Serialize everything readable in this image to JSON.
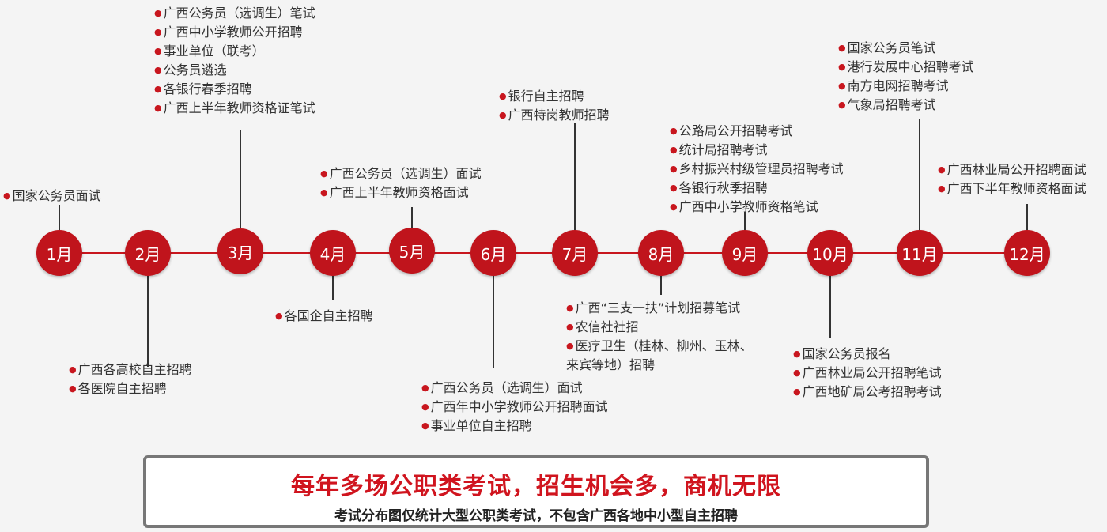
{
  "colors": {
    "accent": "#c8161e",
    "circle": "#c0141c",
    "text": "#333333",
    "background": "#f4f4f4"
  },
  "bullet_icon": "●",
  "months": [
    {
      "label": "1月",
      "items": [
        "国家公务员面试"
      ]
    },
    {
      "label": "2月",
      "items": [
        "广西各高校自主招聘",
        "各医院自主招聘"
      ]
    },
    {
      "label": "3月",
      "items": [
        "广西公务员（选调生）笔试",
        "广西中小学教师公开招聘",
        "事业单位（联考）",
        "公务员遴选",
        "各银行春季招聘",
        "广西上半年教师资格证笔试"
      ]
    },
    {
      "label": "4月",
      "items": [
        "各国企自主招聘"
      ]
    },
    {
      "label": "5月",
      "items": [
        "广西公务员（选调生）面试",
        "广西上半年教师资格面试"
      ]
    },
    {
      "label": "6月",
      "items": [
        "广西公务员（选调生）面试",
        "广西年中小学教师公开招聘面试",
        "事业单位自主招聘"
      ]
    },
    {
      "label": "7月",
      "items": [
        "银行自主招聘",
        "广西特岗教师招聘"
      ]
    },
    {
      "label": "8月",
      "items": [
        "广西“三支一扶”计划招募笔试",
        "农信社社招",
        "医疗卫生（桂林、柳州、玉林、",
        "来宾等地）招聘"
      ]
    },
    {
      "label": "9月",
      "items": [
        "公路局公开招聘考试",
        "统计局招聘考试",
        "乡村振兴村级管理员招聘考试",
        "各银行秋季招聘",
        "广西中小学教师资格笔试"
      ]
    },
    {
      "label": "10月",
      "items": [
        "国家公务员报名",
        "广西林业局公开招聘笔试",
        "广西地矿局公考招聘考试"
      ]
    },
    {
      "label": "11月",
      "items": [
        "国家公务员笔试",
        "港行发展中心招聘考试",
        "南方电网招聘考试",
        "气象局招聘考试"
      ]
    },
    {
      "label": "12月",
      "items": [
        "广西林业局公开招聘面试",
        "广西下半年教师资格面试"
      ]
    }
  ],
  "banner": {
    "title": "每年多场公职类考试，招生机会多，商机无限",
    "subtitle": "考试分布图仅统计大型公职类考试，不包含广西各地中小型自主招聘"
  }
}
